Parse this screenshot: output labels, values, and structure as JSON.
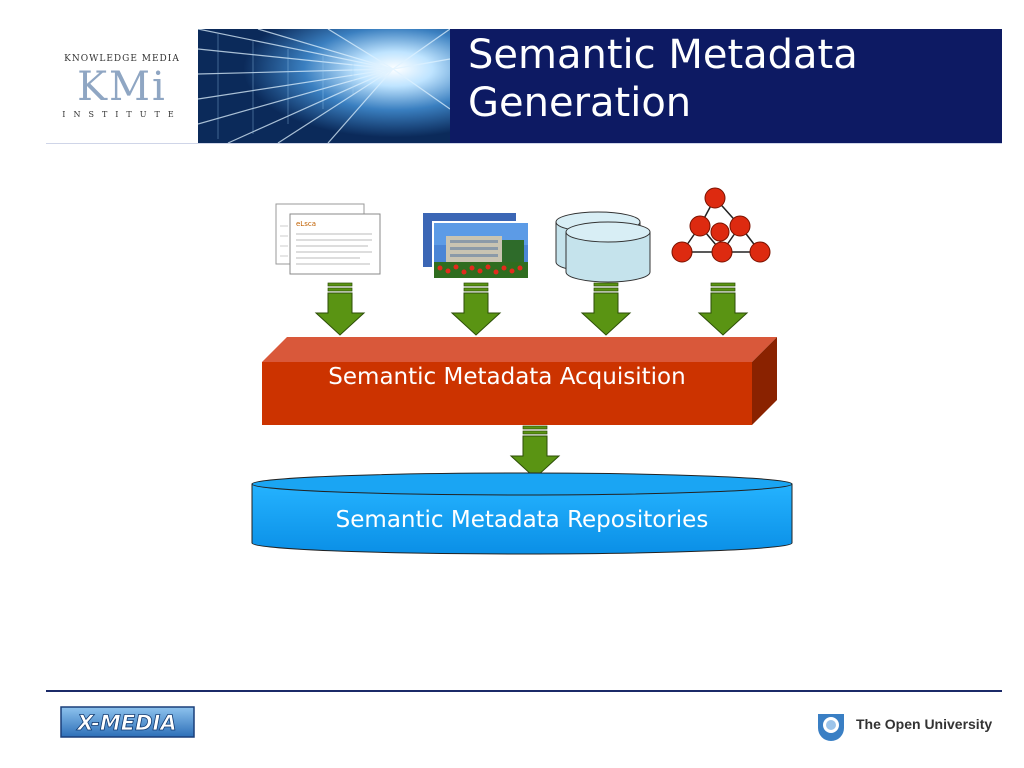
{
  "header": {
    "title": "Semantic Metadata Generation",
    "logo": {
      "top_text": "KNOWLEDGE MEDIA",
      "mark": "KMi",
      "bottom_text": "INSTITUTE"
    }
  },
  "diagram": {
    "sources": [
      {
        "name": "documents",
        "icon": "document-icon"
      },
      {
        "name": "images",
        "icon": "photo-icon"
      },
      {
        "name": "databases",
        "icon": "database-icon"
      },
      {
        "name": "ontologies",
        "icon": "ontology-graph-icon"
      }
    ],
    "acquisition_label": "Semantic Metadata Acquisition",
    "repository_label": "Semantic Metadata Repositories",
    "colors": {
      "arrow": "#5a9413",
      "acquisition_box": "#cc3300",
      "repository": "#0099ee",
      "title_bar": "#0d1a63"
    }
  },
  "footer": {
    "left_logo": "X-MEDIA",
    "right_logo": "The Open University"
  }
}
